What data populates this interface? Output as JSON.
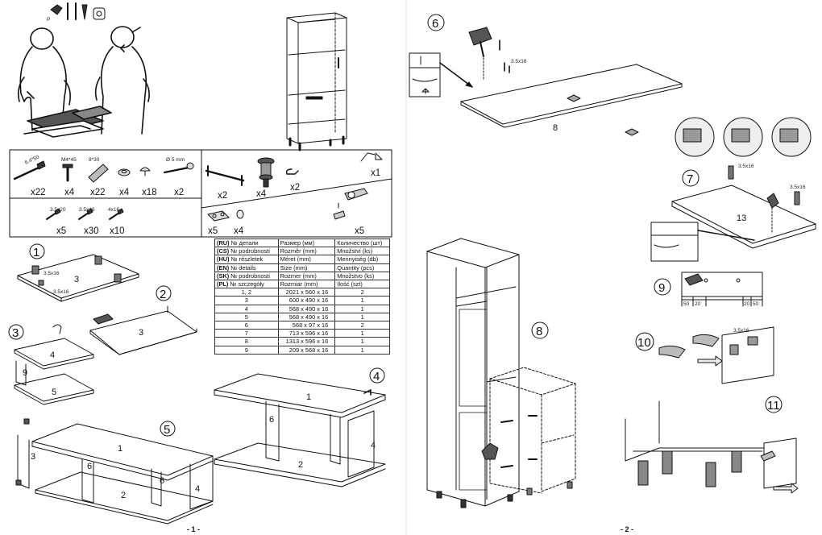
{
  "page_numbers": {
    "left": "- 1 -",
    "right": "- 2 -"
  },
  "hardware_box": {
    "screw_labels": {
      "s1": "6.4*50",
      "s2": "M4*45",
      "s3": "8*30",
      "s4": "Ø 5 mm"
    },
    "small_screw_labels": {
      "a": "3.5x20",
      "b": "3.5x16",
      "c": "4x16"
    },
    "quantities": {
      "screw_6x50": "x22",
      "bolt_m4": "x4",
      "dowel": "x22",
      "cam_nut": "x4",
      "cap": "x18",
      "cam_bolt": "x2",
      "wood_screw": "x5",
      "screw_35x16": "x30",
      "screw_4x16": "x10",
      "handle": "x2",
      "leg": "x4",
      "leg_clip": "x2",
      "hex_key": "x1",
      "hinge": "x5",
      "hinge_plate": "x5",
      "plate": "x5",
      "plug": "x4"
    }
  },
  "parts_table": {
    "header_rows": [
      {
        "code": "(RU)",
        "c1": "№ детали",
        "c2": "Размер  (мм)",
        "c3": "Количество (шт)"
      },
      {
        "code": "(CS)",
        "c1": "№ podrobnosti",
        "c2": "Rozměr (mm)",
        "c3": "Množství  (ks)"
      },
      {
        "code": "(HU)",
        "c1": "№ részletek",
        "c2": "Méret (mm)",
        "c3": "Mennyiség (db)"
      },
      {
        "code": "(EN)",
        "c1": "№ details",
        "c2": "Size (mm)",
        "c3": "Quantity  (pcs)"
      },
      {
        "code": "(SK)",
        "c1": "№ podrobnosti",
        "c2": "Rozmer (mm)",
        "c3": "Množstvo (ks)"
      },
      {
        "code": "(PL)",
        "c1": "№ szczegóły",
        "c2": "Rozmiar (mm)",
        "c3": "Ilość (szt)"
      }
    ],
    "rows": [
      {
        "part": "1, 2",
        "size": "2021 x 560 x 16",
        "qty": "2"
      },
      {
        "part": "3",
        "size": "600 x 490 x 16",
        "qty": "1"
      },
      {
        "part": "4",
        "size": "568 x 490 x 16",
        "qty": "1"
      },
      {
        "part": "5",
        "size": "568 x 490 x 16",
        "qty": "1"
      },
      {
        "part": "6",
        "size": "568 x 97 x 16",
        "qty": "2"
      },
      {
        "part": "7",
        "size": "713 x 596 x 16",
        "qty": "1"
      },
      {
        "part": "8",
        "size": "1313 x 596 x 16",
        "qty": "1"
      },
      {
        "part": "9",
        "size": "209 x 568 x 16",
        "qty": "1"
      }
    ]
  },
  "steps": {
    "s1": "1",
    "s2": "2",
    "s3": "3",
    "s4": "4",
    "s5": "5",
    "s6": "6",
    "s7": "7",
    "s8": "8",
    "s9": "9",
    "s10": "10",
    "s11": "11"
  },
  "panel_labels": {
    "p1": "1",
    "p2": "2",
    "p3": "3",
    "p4": "4",
    "p5": "5",
    "p6": "6",
    "p8": "8",
    "p9": "9",
    "p13": "13"
  },
  "annotations": {
    "screw_35x16": "3.5x16",
    "dim_50": "50",
    "dim_20": "20",
    "dim_20b": "20",
    "dim_50b": "50"
  }
}
